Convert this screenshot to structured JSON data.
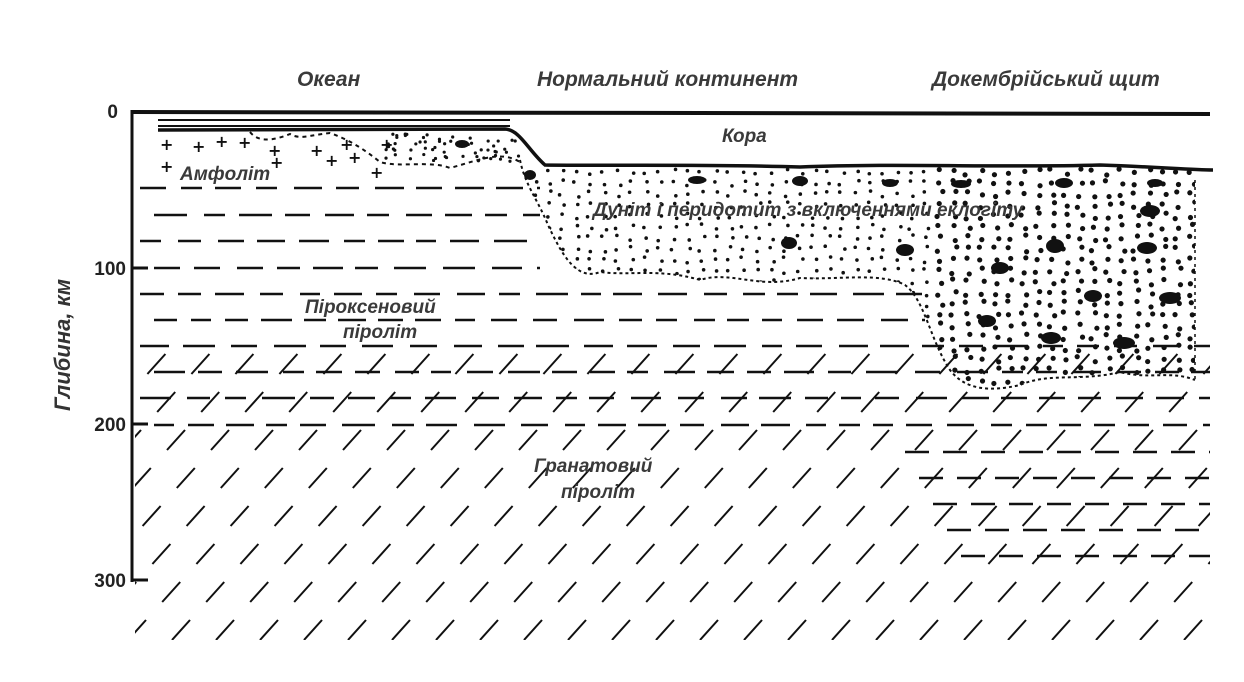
{
  "regions": {
    "ocean": "Океан",
    "normal_continent": "Нормальний континент",
    "precambrian_shield": "Докембрійський щит"
  },
  "rocks": {
    "crust": "Кора",
    "amphibolite": "Амфоліт",
    "dunite": "Дуніт і перидотит з включеннями еклогіту",
    "pyroxene_line1": "Піроксеновий",
    "pyroxene_line2": "піроліт",
    "garnet_line1": "Гранатовий",
    "garnet_line2": "піроліт"
  },
  "axis": {
    "label": "Глибина, км",
    "ticks": [
      "0",
      "100",
      "200",
      "300"
    ]
  },
  "colors": {
    "ink": "#111111",
    "label": "#3a3a3a",
    "background": "#ffffff"
  }
}
